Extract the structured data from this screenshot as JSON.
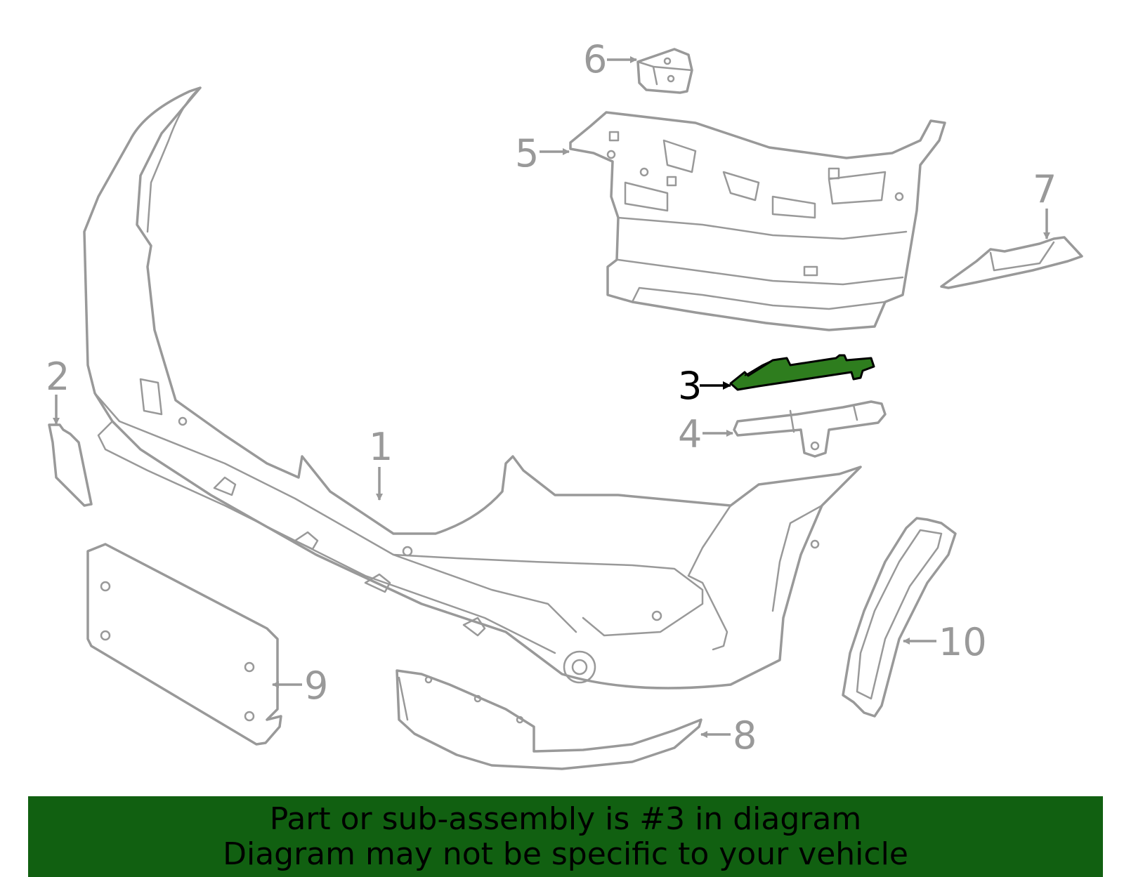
{
  "diagram": {
    "highlighted_part": "3",
    "highlight_color": "#2e7d1e",
    "line_color": "#999999",
    "callouts": [
      "1",
      "2",
      "3",
      "4",
      "5",
      "6",
      "7",
      "8",
      "9",
      "10"
    ]
  },
  "banner": {
    "background": "#116011",
    "line1": "Part or sub-assembly is #3 in diagram",
    "line2": "Diagram may not be specific to your vehicle"
  }
}
